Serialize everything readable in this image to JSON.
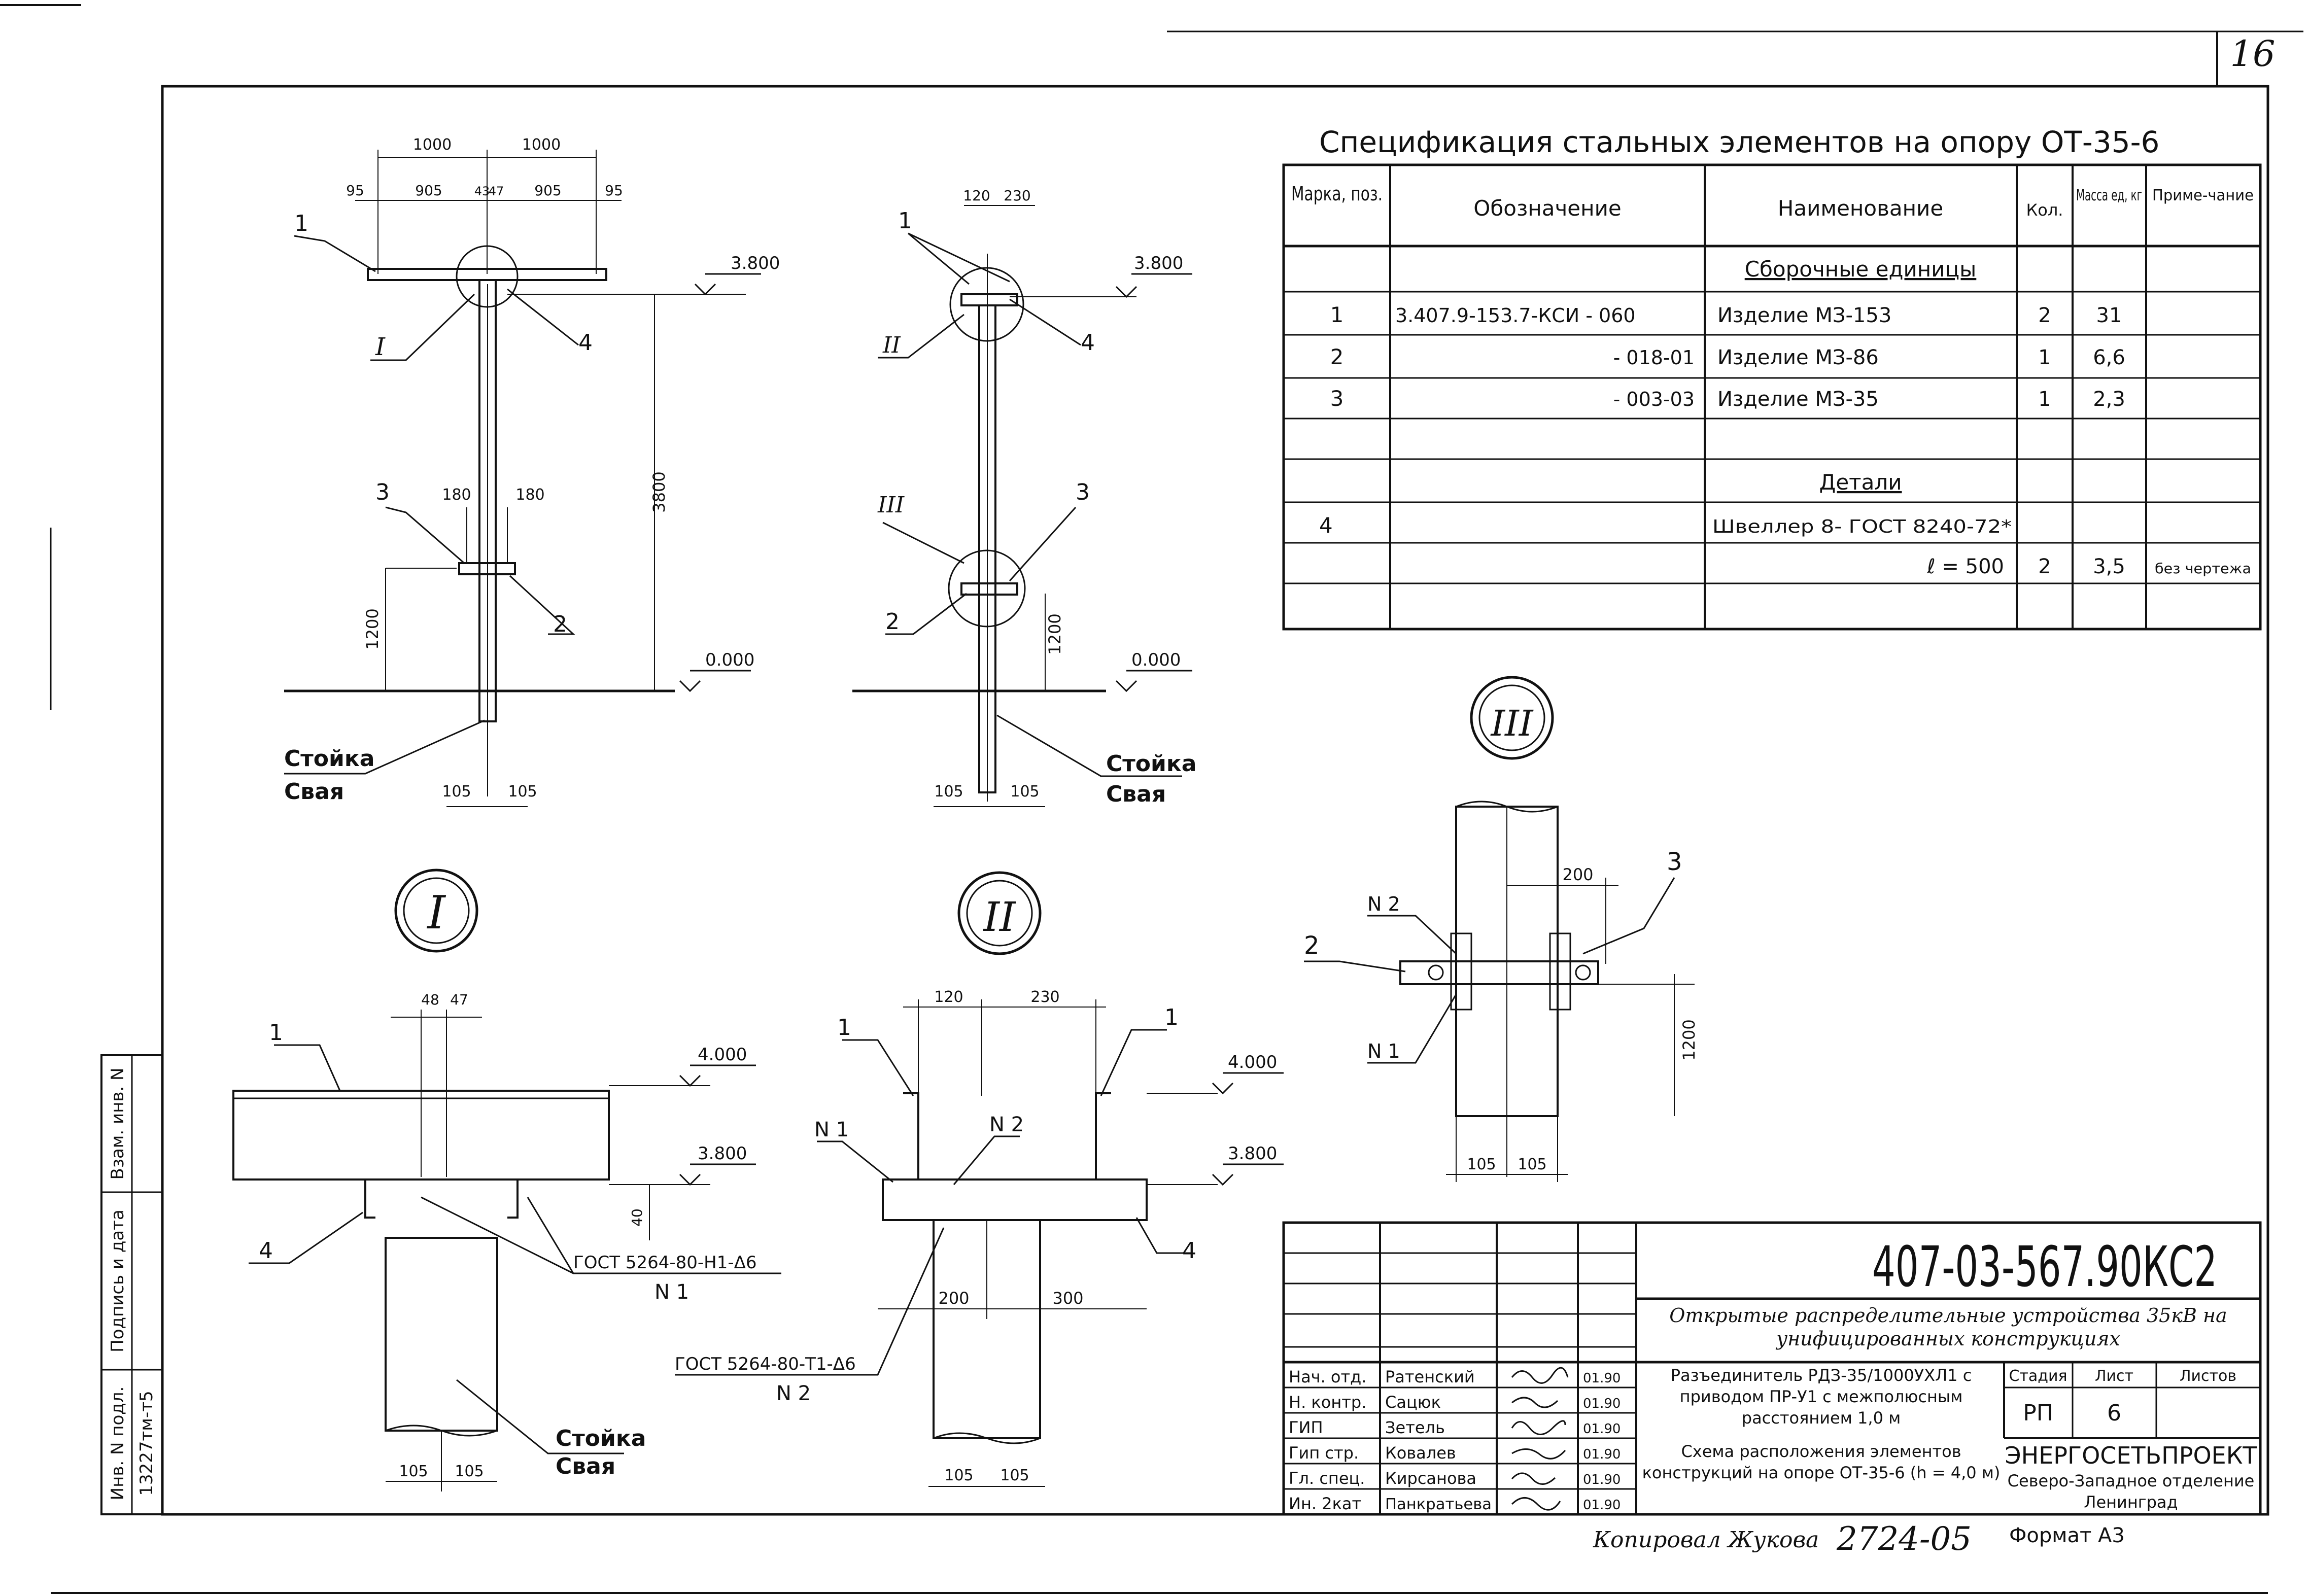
{
  "sheet": {
    "page_number": "16",
    "document_code": "407-03-567.90КС2",
    "copied_by": "Копировал Жукова",
    "copy_number": "2724-05",
    "format": "Формат А3"
  },
  "spec": {
    "title": "Спецификация стальных элементов на опору ОТ-35-6",
    "headers": {
      "mark": "Марка, поз.",
      "designation": "Обозначение",
      "name": "Наименование",
      "qty": "Кол.",
      "mass": "Масса ед, кг",
      "note": "Приме-чание"
    },
    "section_assembly": "Сборочные единицы",
    "section_details": "Детали",
    "rows": [
      {
        "mark": "1",
        "designation": "3.407.9-153.7-КСИ - 060",
        "name": "Изделие  МЗ-153",
        "qty": "2",
        "mass": "31",
        "note": ""
      },
      {
        "mark": "2",
        "designation": "- 018-01",
        "name": "Изделие  МЗ-86",
        "qty": "1",
        "mass": "6,6",
        "note": ""
      },
      {
        "mark": "3",
        "designation": "- 003-03",
        "name": "Изделие  МЗ-35",
        "qty": "1",
        "mass": "2,3",
        "note": ""
      }
    ],
    "detail_mark": "4",
    "detail_name": "Швеллер 8- ГОСТ 8240-72*",
    "detail_length": "ℓ = 500",
    "detail_qty": "2",
    "detail_mass": "3,5",
    "detail_note": "без чертежа"
  },
  "views": {
    "dims": {
      "d1000a": "1000",
      "d1000b": "1000",
      "d95a": "95",
      "d905a": "905",
      "d43": "43",
      "d47": "47",
      "d905b": "905",
      "d95b": "95",
      "d180a": "180",
      "d180b": "180",
      "d3800": "3800",
      "d1200": "1200",
      "d105a": "105",
      "d105b": "105",
      "d120": "120",
      "d230": "230",
      "d1200b": "1200",
      "d105c": "105",
      "d105d": "105",
      "d48": "48",
      "d47b": "47",
      "d40": "40",
      "d105e": "105",
      "d105f": "105",
      "d120b": "120",
      "d230b": "230",
      "d200": "200",
      "d300": "300",
      "d105g": "105",
      "d105h": "105",
      "d200b": "200",
      "d1200c": "1200",
      "d105i": "105",
      "d105j": "105"
    },
    "elev": {
      "e3800a": "3.800",
      "e0000a": "0.000",
      "e3800b": "3.800",
      "e0000b": "0.000",
      "e4000a": "4.000",
      "e3800c": "3.800",
      "e4000b": "4.000",
      "e3800d": "3.800"
    },
    "labels": {
      "stoika": "Стойка",
      "svaya": "Свая",
      "n1": "N 1",
      "n2": "N 2",
      "gost_n1": "ГОСТ 5264-80-Н1-Δ6",
      "gost_n2": "ГОСТ 5264-80-Т1-Δ6",
      "pos1": "1",
      "pos2": "2",
      "pos3": "3",
      "pos4": "4",
      "callout_I": "I",
      "callout_II": "II",
      "callout_III": "III"
    }
  },
  "stamp": {
    "project_title": "Открытые распределительные устройства 35кВ на унифицированных конструкциях",
    "sheet_desc": "Разъединитель РДЗ-35/1000УХЛ1 с приводом ПР-У1 с межполюсным расстоянием 1,0 м",
    "drawing_title": "Схема расположения элементов конструкций на опоре ОТ-35-6 (h = 4,0 м)",
    "stage_label": "Стадия",
    "sheet_label": "Лист",
    "sheets_label": "Листов",
    "stage": "РП",
    "sheet_no": "6",
    "sheets": "",
    "org": "ЭНЕРГОСЕТЬПРОЕКТ",
    "org_branch": "Северо-Западное отделение",
    "org_city": "Ленинград",
    "people": [
      {
        "role": "Нач. отд.",
        "name": "Ратенский",
        "date": "01.90"
      },
      {
        "role": "Н. контр.",
        "name": "Сацюк",
        "date": "01.90"
      },
      {
        "role": "ГИП",
        "name": "Зетель",
        "date": "01.90"
      },
      {
        "role": "Гип стр.",
        "name": "Ковалев",
        "date": "01.90"
      },
      {
        "role": "Гл. спец.",
        "name": "Кирсанова",
        "date": "01.90"
      },
      {
        "role": "Ин. 2кат",
        "name": "Панкратьева",
        "date": "01.90"
      }
    ]
  },
  "side": {
    "inv_podl": "Инв. N подл.",
    "podpis": "Подпись и дата",
    "vzam": "Взам. инв. N",
    "inv_value": "13227тм-т5"
  }
}
